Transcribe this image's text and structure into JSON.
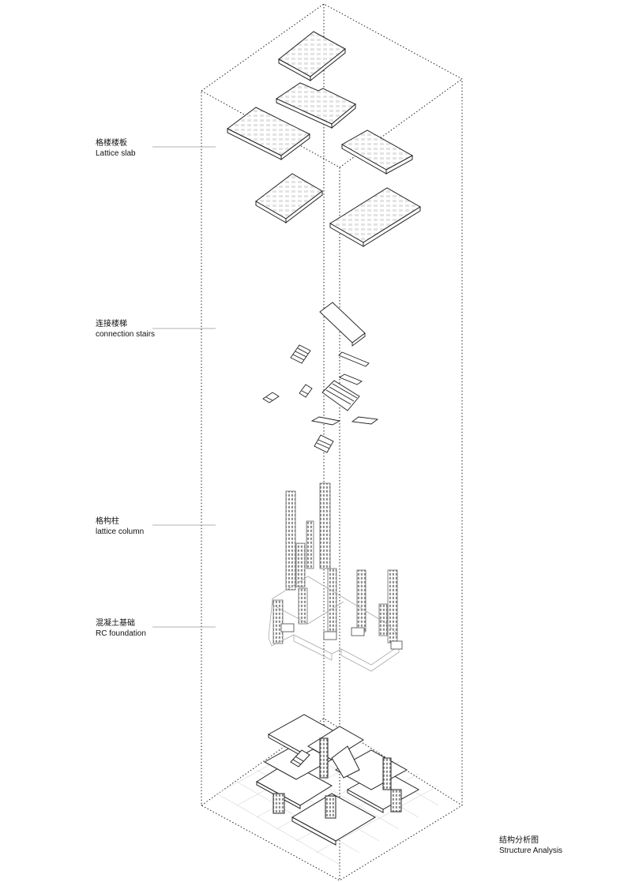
{
  "labels": {
    "slab": {
      "zh": "格楼楼板",
      "en": "Lattice slab"
    },
    "stairs": {
      "zh": "连接楼梯",
      "en": "connection stairs"
    },
    "column": {
      "zh": "格构柱",
      "en": "lattice column"
    },
    "foundation": {
      "zh": "混凝土基础",
      "en": "RC foundation"
    }
  },
  "caption": {
    "zh": "结构分析图",
    "en": "Structure Analysis"
  },
  "colors": {
    "line": "#222222",
    "light_line": "#b0b0b0",
    "grid": "#d6d6d6",
    "leader": "#999999"
  }
}
